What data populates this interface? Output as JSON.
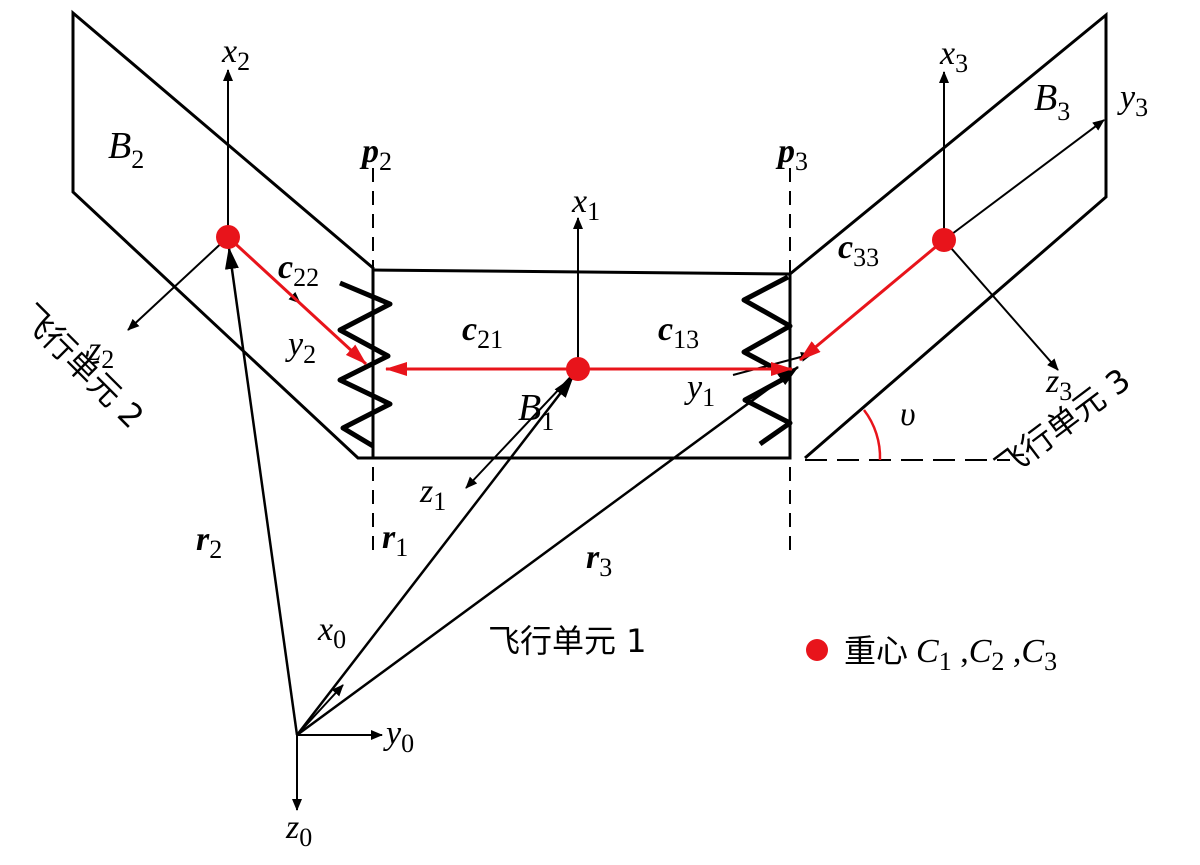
{
  "colors": {
    "accent": "#e8141b",
    "line": "#000000"
  },
  "bodies": {
    "b1": "B",
    "b1_sub": "1",
    "b2": "B",
    "b2_sub": "2",
    "b3": "B",
    "b3_sub": "3"
  },
  "axes": {
    "x1": "x",
    "x1_sub": "1",
    "y1": "y",
    "y1_sub": "1",
    "z1": "z",
    "z1_sub": "1",
    "x2": "x",
    "x2_sub": "2",
    "y2": "y",
    "y2_sub": "2",
    "z2": "z",
    "z2_sub": "2",
    "x3": "x",
    "x3_sub": "3",
    "y3": "y",
    "y3_sub": "3",
    "z3": "z",
    "z3_sub": "3",
    "x0": "x",
    "x0_sub": "0",
    "y0": "y",
    "y0_sub": "0",
    "z0": "z",
    "z0_sub": "0"
  },
  "hinges": {
    "p2": "p",
    "p2_sub": "2",
    "p3": "p",
    "p3_sub": "3"
  },
  "vectors": {
    "c22": "c",
    "c22_sub": "22",
    "c21": "c",
    "c21_sub": "21",
    "c13": "c",
    "c13_sub": "13",
    "c33": "c",
    "c33_sub": "33",
    "r1": "r",
    "r1_sub": "1",
    "r2": "r",
    "r2_sub": "2",
    "r3": "r",
    "r3_sub": "3"
  },
  "angle": "υ",
  "units": {
    "unit1": "飞行单元 1",
    "unit2": "飞行单元 2",
    "unit3": "飞行单元 3"
  },
  "legend": {
    "label": "重心",
    "c": "C",
    "c1_sub": "1",
    "sep1": " ,",
    "c2_sub": "2",
    "sep2": " ,",
    "c3_sub": "3"
  }
}
